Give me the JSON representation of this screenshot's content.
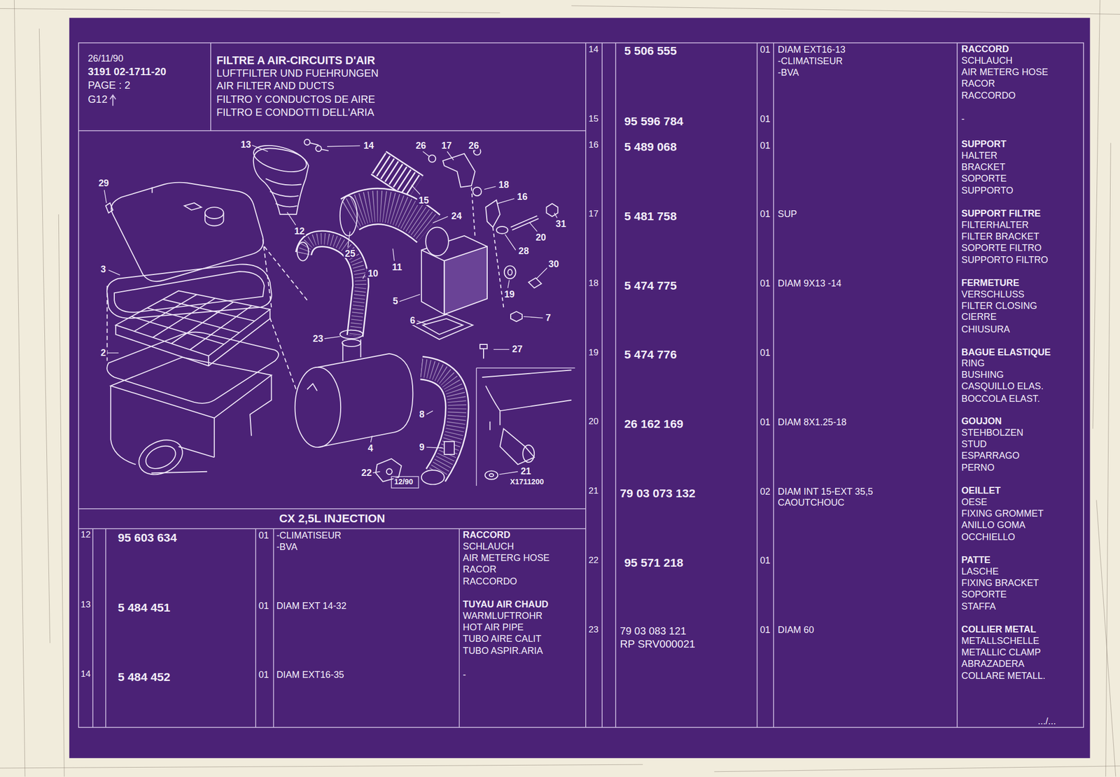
{
  "diagram": {
    "title": "FILTRE A AIR-CIRCUITS D'AIR",
    "nodes": [
      {
        "text": [
          "26/11/90",
          "3191 02-1711-20",
          "PAGE : 2",
          "G12"
        ]
      },
      {
        "text": [
          "LUFTFILTER UND FUEHRUNGEN",
          "AIR FILTER AND DUCTS",
          "FILTRO Y CONDUCTOS DE AIRE",
          "FILTRO E CONDOTTI DELL'ARIA"
        ]
      },
      {
        "text": [
          "CX 2,5L INJECTION"
        ]
      }
    ],
    "labels": [
      "13",
      "14",
      "26",
      "17",
      "26",
      "29",
      "18",
      "16",
      "15",
      "12",
      "24",
      "31",
      "20",
      "3",
      "25",
      "11",
      "10",
      "28",
      "30",
      "5",
      "19",
      "7",
      "6",
      "23",
      "27",
      "2",
      "8",
      "4",
      "9",
      "22",
      "21",
      "12/90",
      "X1711200",
      "12",
      "95 603 634",
      "01",
      "-CLIMATISEUR",
      "-BVA",
      "RACCORD",
      "SCHLAUCH",
      "AIR METERG HOSE",
      "RACOR",
      "RACCORDO",
      "13",
      "5 484 451",
      "01",
      "DIAM EXT 14-32",
      "TUYAU AIR CHAUD",
      "WARMLUFTROHR",
      "HOT AIR PIPE",
      "TUBO AIRE CALIT",
      "TUBO ASPIR.ARIA",
      "14",
      "5 484 452",
      "01",
      "DIAM EXT16-35",
      "-",
      "14",
      "5 506 555",
      "01",
      "DIAM EXT16-13",
      "-CLIMATISEUR",
      "-BVA",
      "RACCORD",
      "SCHLAUCH",
      "AIR METERG HOSE",
      "RACOR",
      "RACCORDO",
      "15",
      "95 596 784",
      "01",
      "-",
      "16",
      "5 489 068",
      "01",
      "SUPPORT",
      "HALTER",
      "BRACKET",
      "SOPORTE",
      "SUPPORTO",
      "17",
      "5 481 758",
      "01",
      "SUP",
      "SUPPORT FILTRE",
      "FILTERHALTER",
      "FILTER BRACKET",
      "SOPORTE FILTRO",
      "SUPPORTO FILTRO",
      "18",
      "5 474 775",
      "01",
      "DIAM 9X13 -14",
      "FERMETURE",
      "VERSCHLUSS",
      "FILTER CLOSING",
      "CIERRE",
      "CHIUSURA",
      "19",
      "5 474 776",
      "01",
      "BAGUE ELASTIQUE",
      "RING",
      "BUSHING",
      "CASQUILLO ELAS.",
      "BOCCOLA ELAST.",
      "20",
      "26 162 169",
      "01",
      "DIAM 8X1.25-18",
      "GOUJON",
      "STEHBOLZEN",
      "STUD",
      "ESPARRAGO",
      "PERNO",
      "21",
      "79 03 073 132",
      "02",
      "DIAM INT 15-EXT 35,5",
      "CAOUTCHOUC",
      "OEILLET",
      "OESE",
      "FIXING GROMMET",
      "ANILLO GOMA",
      "OCCHIELLO",
      "22",
      "95 571 218",
      "01",
      "PATTE",
      "LASCHE",
      "FIXING BRACKET",
      "SOPORTE",
      "STAFFA",
      "23",
      "79 03 083 121",
      "RP SRV000021",
      "01",
      "DIAM 60",
      "COLLIER METAL",
      "METALLSCHELLE",
      "METALLIC CLAMP",
      "ABRAZADERA",
      "COLLARE METALL.",
      ".../..."
    ]
  }
}
